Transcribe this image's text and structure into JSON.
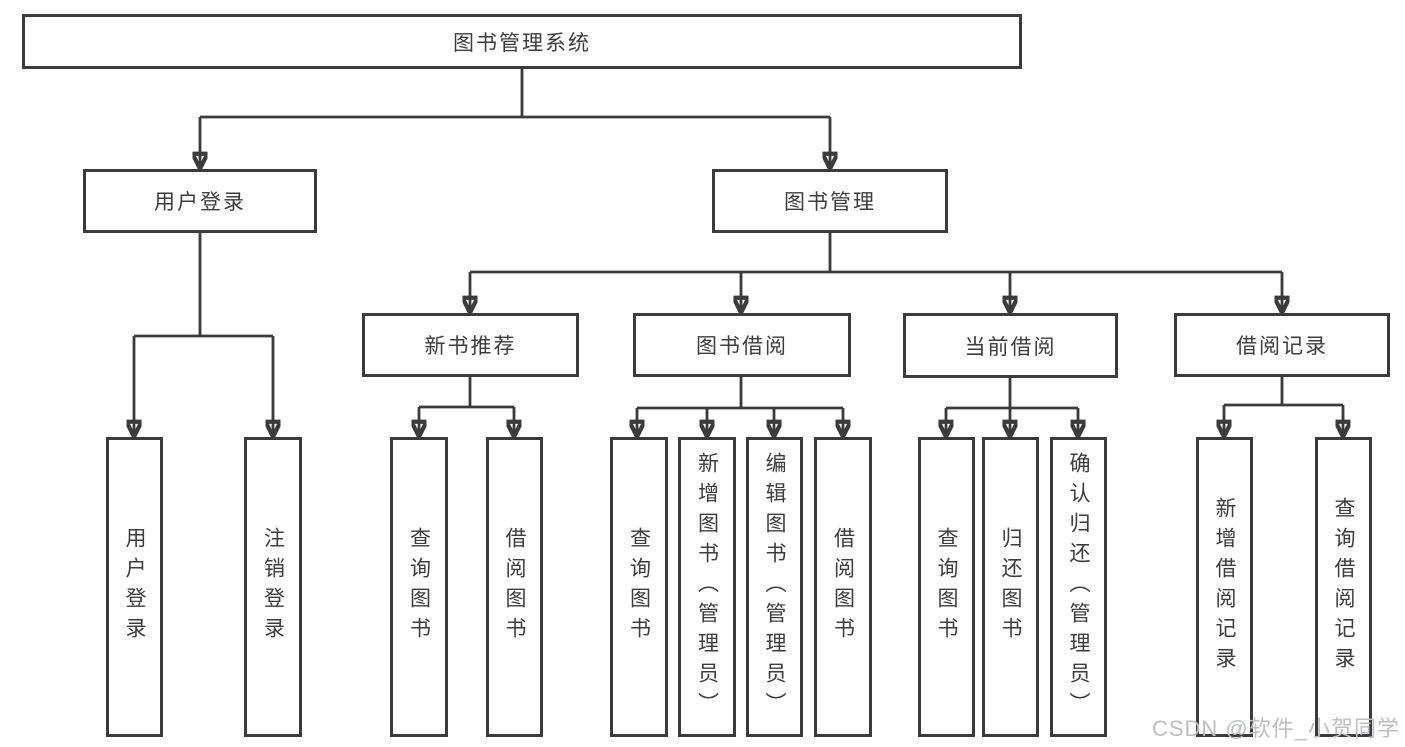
{
  "tree": {
    "label": "图书管理系统",
    "children": {
      "user_login": {
        "label": "用户登录",
        "children": {
          "login": {
            "label": "用户登录"
          },
          "logout": {
            "label": "注销登录"
          }
        }
      },
      "book_management": {
        "label": "图书管理",
        "children": {
          "new_book_recommend": {
            "label": "新书推荐",
            "children": {
              "query_books": {
                "label": "查询图书"
              },
              "borrow_books": {
                "label": "借阅图书"
              }
            }
          },
          "book_borrow": {
            "label": "图书借阅",
            "children": {
              "query_books": {
                "label": "查询图书"
              },
              "add_books_admin": {
                "label": "新增图书（管理员）"
              },
              "edit_books_admin": {
                "label": "编辑图书（管理员）"
              },
              "borrow_books": {
                "label": "借阅图书"
              }
            }
          },
          "current_borrow": {
            "label": "当前借阅",
            "children": {
              "query_books": {
                "label": "查询图书"
              },
              "return_books": {
                "label": "归还图书"
              },
              "confirm_return_admin": {
                "label": "确认归还（管理员）"
              }
            }
          },
          "borrow_records": {
            "label": "借阅记录",
            "children": {
              "add_borrow_record": {
                "label": "新增借阅记录"
              },
              "query_borrow_record": {
                "label": "查询借阅记录"
              }
            }
          }
        }
      }
    }
  },
  "watermark": {
    "text": "CSDN @软件_小贺同学"
  },
  "colors": {
    "line": "#3b3b3b",
    "text": "#3d3d3d",
    "watermark": "#bdbec2",
    "background": "#ffffff"
  }
}
